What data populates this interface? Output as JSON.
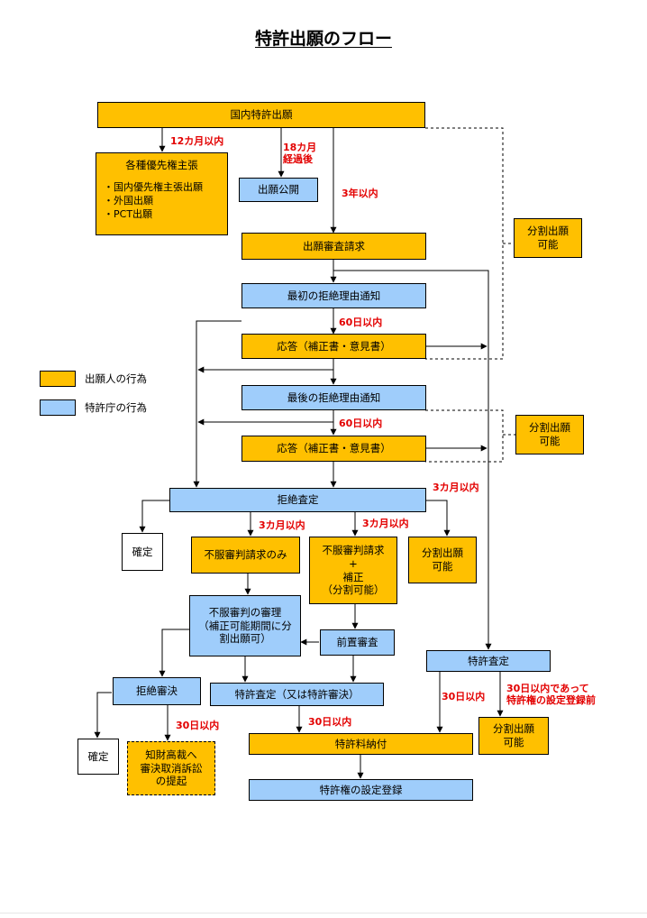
{
  "title": "特許出願のフロー",
  "boxes": {
    "domestic_application": "国内特許出願",
    "priority_claim": "各種優先権主張",
    "priority_list": "・国内優先権主張出願\n・外国出願\n・PCT出願",
    "publication": "出願公開",
    "exam_request": "出願審査請求",
    "first_rejection": "最初の拒絶理由通知",
    "response_1": "応答（補正書・意見書）",
    "final_rejection": "最後の拒絶理由通知",
    "response_2": "応答（補正書・意見書）",
    "division_1": "分割出願\n可能",
    "division_2": "分割出願\n可能",
    "rejection_decision": "拒絶査定",
    "final_1": "確定",
    "appeal_only": "不服審判請求のみ",
    "appeal_amend": "不服審判請求\n+\n補正\n（分割可能）",
    "division_3": "分割出願\n可能",
    "appeal_trial": "不服審判の審理\n（補正可能期間に分\n割出願可）",
    "pre_exam": "前置審査",
    "grant_decision": "特許査定",
    "appeal_rejection": "拒絶審決",
    "grant_or_trial": "特許査定（又は特許審決）",
    "final_2": "確定",
    "ip_court": "知財高裁へ\n審決取消訴訟\nの提起",
    "fee_payment": "特許料納付",
    "division_4": "分割出願\n可能",
    "registration": "特許権の設定登録"
  },
  "labels": {
    "m12": "12カ月以内",
    "m18": "18カ月\n経過後",
    "y3": "3年以内",
    "d60a": "60日以内",
    "d60b": "60日以内",
    "m3a": "3カ月以内",
    "m3b": "3カ月以内",
    "m3c": "3カ月以内",
    "d30a": "30日以内",
    "d30b": "30日以内",
    "d30c": "30日以内",
    "d30d": "30日以内であって\n特許権の設定登録前"
  },
  "legend": {
    "applicant": "出願人の行為",
    "office": "特許庁の行為"
  },
  "colors": {
    "applicant": "#ffc000",
    "office": "#9fcdfb",
    "deadline_label": "#e30000"
  }
}
